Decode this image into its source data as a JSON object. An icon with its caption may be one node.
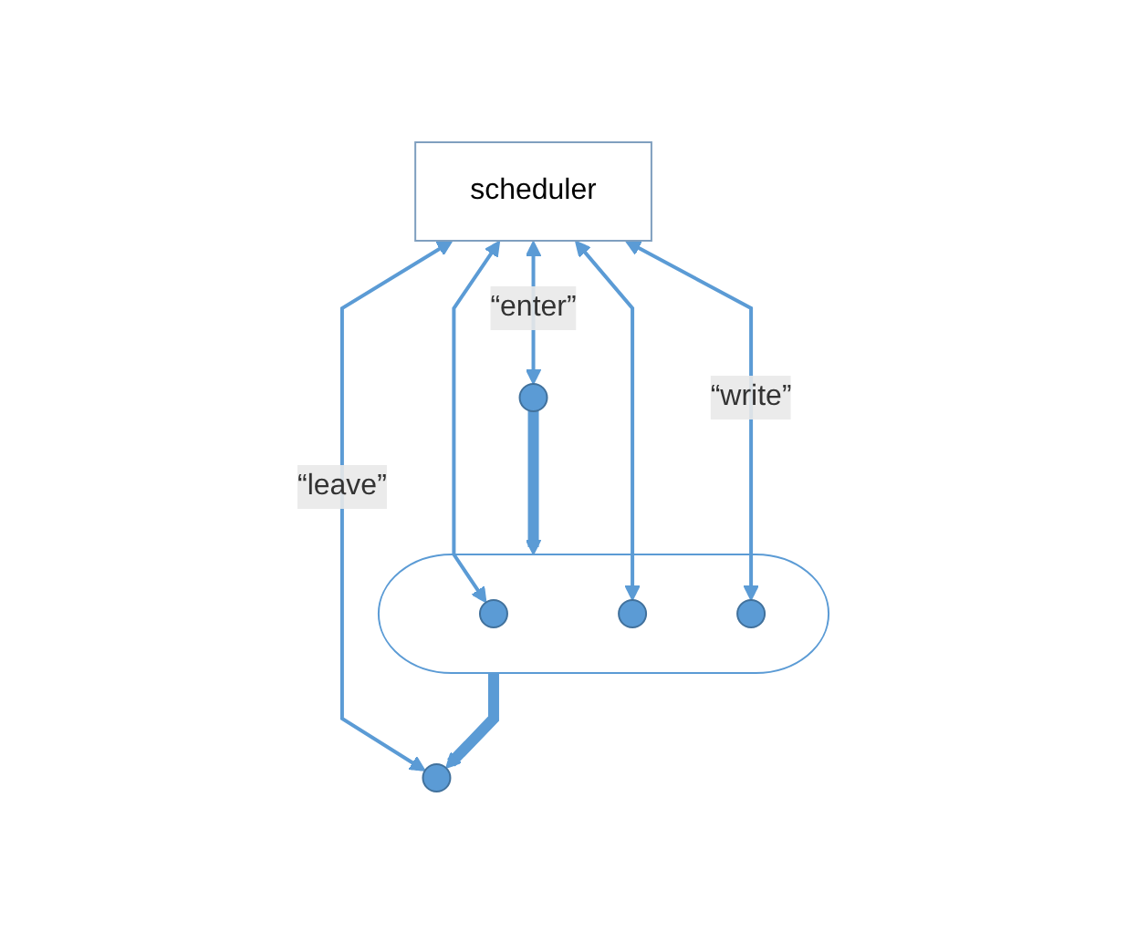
{
  "diagram": {
    "nodes": [
      {
        "text": [
          "scheduler"
        ]
      },
      {
        "text": [],
        "shape": "cloud"
      },
      {
        "text": [],
        "shape": "circle",
        "in": 1
      },
      {
        "text": [],
        "shape": "circle",
        "in": 1
      },
      {
        "text": [],
        "shape": "circle",
        "in": 1
      },
      {
        "text": [],
        "shape": "circle"
      },
      {
        "text": [],
        "shape": "circle"
      }
    ],
    "edges": [
      {
        "from": 0,
        "to": 6,
        "arrow": "both",
        "label": "“leave”"
      },
      {
        "from": 0,
        "to": 2,
        "arrow": "both"
      },
      {
        "from": 0,
        "to": 4,
        "arrow": "both",
        "label": "“write”"
      },
      {
        "from": 0,
        "to": 3,
        "arrow": "both"
      },
      {
        "from": 0,
        "to": 5,
        "arrow": "both",
        "label": "“enter”"
      },
      {
        "from": 5,
        "to": 1,
        "arrow": "to",
        "style": "thick"
      },
      {
        "from": 1,
        "to": 6,
        "arrow": "to",
        "style": "thick"
      }
    ]
  }
}
